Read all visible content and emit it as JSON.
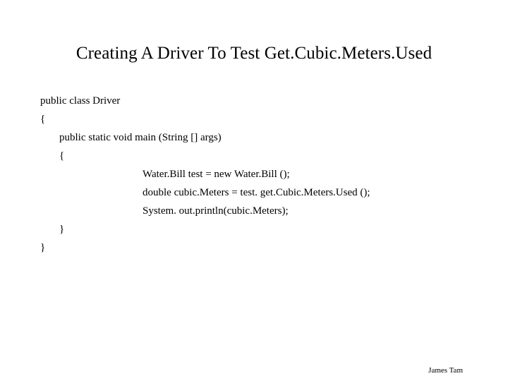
{
  "slide": {
    "title": "Creating A Driver To Test Get.Cubic.Meters.Used",
    "background_color": "#ffffff",
    "text_color": "#000000"
  },
  "code": {
    "language": "Java",
    "lines": [
      {
        "indent": 0,
        "text": "public class Driver"
      },
      {
        "indent": 0,
        "text": "{"
      },
      {
        "indent": 1,
        "text": "public static void main (String [] args)"
      },
      {
        "indent": 1,
        "text": "{"
      },
      {
        "indent": 2,
        "text": "Water.Bill test = new Water.Bill ();"
      },
      {
        "indent": 2,
        "text": "double cubic.Meters = test. get.Cubic.Meters.Used ();"
      },
      {
        "indent": 2,
        "text": "System. out.println(cubic.Meters);"
      },
      {
        "indent": 1,
        "text": "}"
      },
      {
        "indent": 0,
        "text": "}"
      }
    ]
  },
  "footer": {
    "author": "James Tam"
  }
}
